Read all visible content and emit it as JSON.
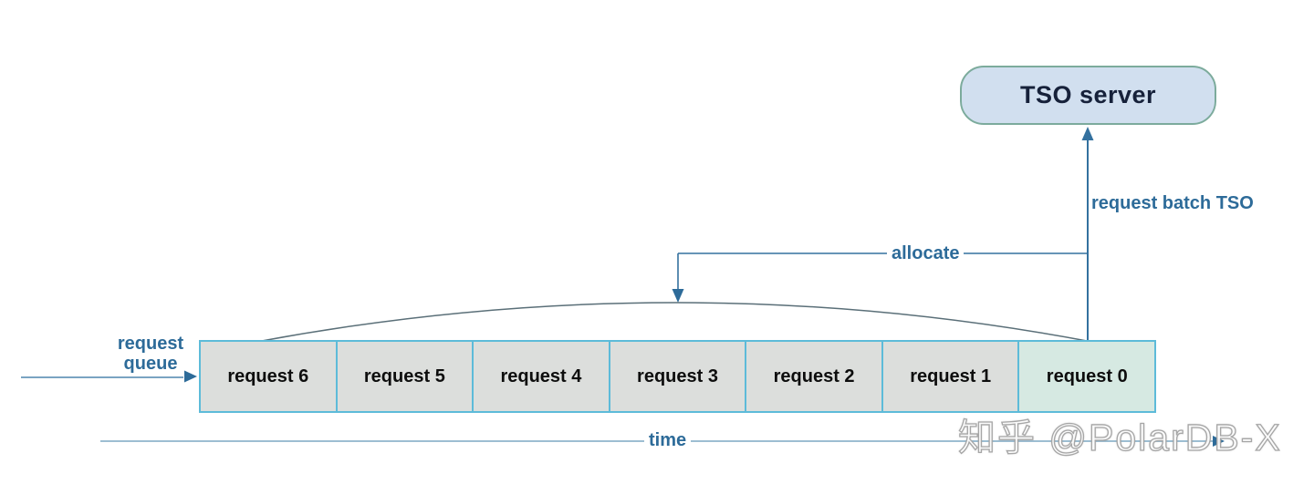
{
  "diagram": {
    "tso_server": {
      "label": "TSO server"
    },
    "request_batch_label": "request batch TSO",
    "allocate_label": "allocate",
    "request_queue_label": "request queue",
    "time_label": "time",
    "queue": {
      "cells": [
        {
          "label": "request 6",
          "highlighted": false
        },
        {
          "label": "request 5",
          "highlighted": false
        },
        {
          "label": "request 4",
          "highlighted": false
        },
        {
          "label": "request 3",
          "highlighted": false
        },
        {
          "label": "request 2",
          "highlighted": false
        },
        {
          "label": "request 1",
          "highlighted": false
        },
        {
          "label": "request 0",
          "highlighted": true
        }
      ]
    },
    "watermark": "知乎 @PolarDB-X",
    "colors": {
      "label_blue": "#2d6b99",
      "arrow_blue": "#34719f",
      "arc_gray": "#5a6f78",
      "time_line": "#8fb4cb",
      "cell_fill": "#dcdedc",
      "cell_highlight_fill": "#d6e9e2",
      "cell_border": "#5dbbd9",
      "tso_fill": "#d1dfef",
      "tso_border": "#7cab9c",
      "tso_text": "#16213a"
    }
  }
}
